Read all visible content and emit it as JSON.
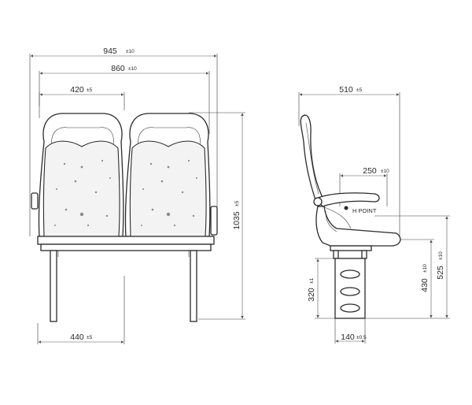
{
  "front_view": {
    "overall_width": {
      "value": "945",
      "tolerance": "±10"
    },
    "inner_width": {
      "value": "860",
      "tolerance": "±10"
    },
    "seat_width": {
      "value": "420",
      "tolerance": "±5"
    },
    "leg_span": {
      "value": "440",
      "tolerance": "±5"
    },
    "height": {
      "value": "1035",
      "tolerance": "±5"
    }
  },
  "side_view": {
    "depth": {
      "value": "510",
      "tolerance": "±5"
    },
    "armrest_offset": {
      "value": "250",
      "tolerance": "±10"
    },
    "h_point_label": "H POINT",
    "pedestal_height": {
      "value": "320",
      "tolerance": "±1"
    },
    "seat_height": {
      "value": "430",
      "tolerance": "±10"
    },
    "armrest_height": {
      "value": "525",
      "tolerance": "±10"
    },
    "pedestal_width": {
      "value": "140",
      "tolerance": "±0.5"
    }
  }
}
